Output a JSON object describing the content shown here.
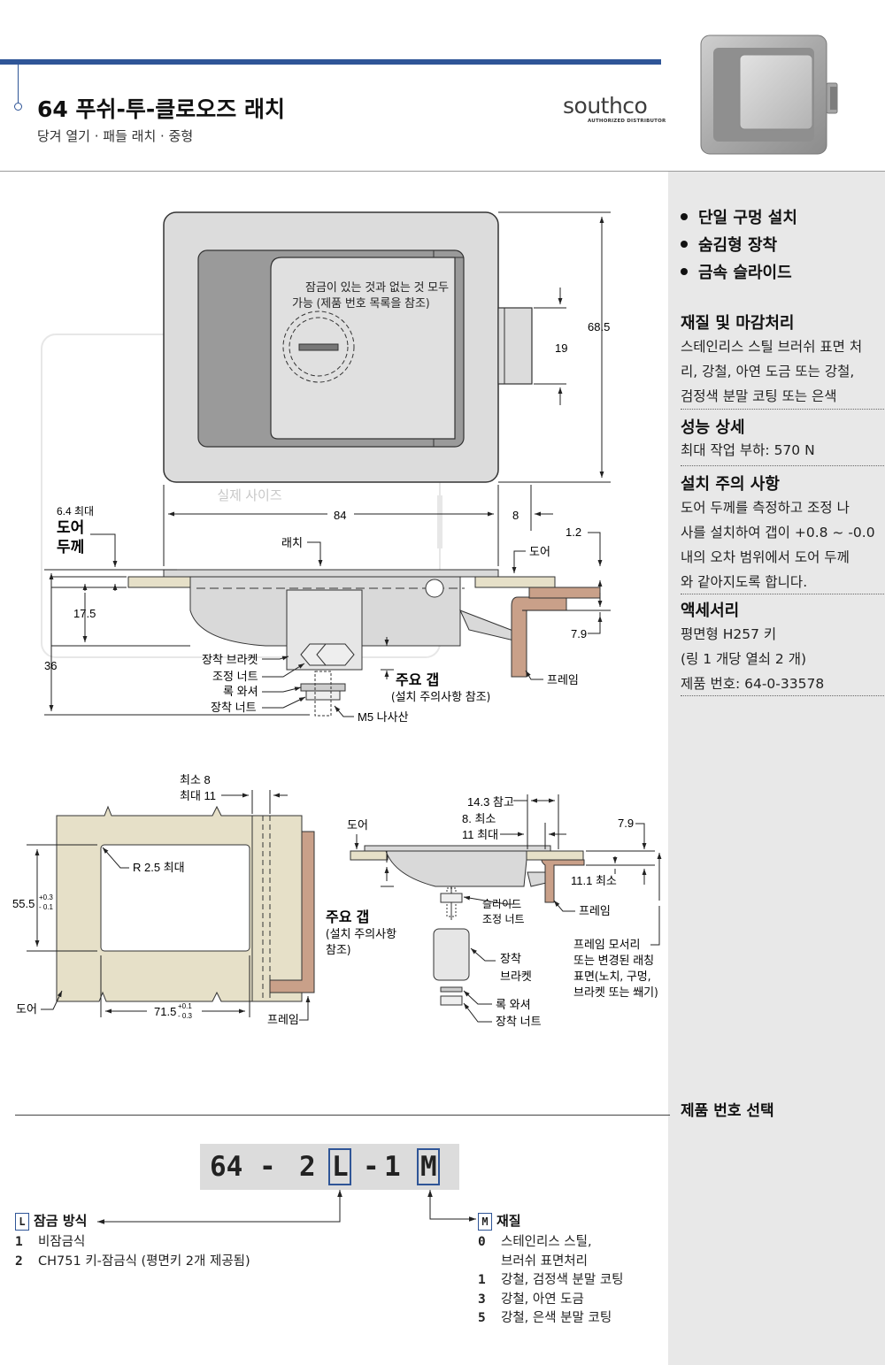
{
  "header": {
    "title": "64 푸쉬-투-클로오즈 래치",
    "subtitle": "당겨 열기 · 패들 래치 · 중형",
    "brand": "southco",
    "brand_sub": "AUTHORIZED DISTRIBUTOR"
  },
  "features": [
    "단일 구멍 설치",
    "숨김형 장착",
    "금속 슬라이드"
  ],
  "specs": {
    "material_title": "재질 및 마감처리",
    "material_lines": [
      "스테인리스 스틸 브러쉬 표면 처",
      "리, 강철, 아연 도금 또는 강철,",
      "검정색 분말 코팅 또는 은색"
    ],
    "performance_title": "성능 상세",
    "performance_lines": [
      "최대 작업 부하: 570 N"
    ],
    "install_title": "설치 주의 사항",
    "install_lines": [
      "도어 두께를 측정하고 조정 나",
      "사를 설치하여 갭이 +0.8 ~ -0.0",
      "내의 오차 범위에서 도어 두께",
      "와 같아지도록 합니다."
    ],
    "accessory_title": "액세서리",
    "accessory_lines": [
      "평면형  H257 키",
      "(링 1 개당 열쇠 2 개)",
      "제품 번호: 64-0-33578"
    ]
  },
  "part_number_title": "제품 번호 선택",
  "drawing1": {
    "lock_note_1": "잠금이 있는 것과 없는 것 모두",
    "lock_note_2": "가능 (제품 번호 목록을 참조)",
    "watermark": "실제 사이즈",
    "dim_68_5": "68.5",
    "dim_19": "19",
    "dim_84": "84",
    "dim_8": "8",
    "dim_1_2": "1.2",
    "dim_6_4": "6.4 최대",
    "door_thick_1": "도어",
    "door_thick_2": "두께",
    "latch": "래치",
    "door": "도어",
    "dim_17_5": "17.5",
    "dim_36": "36",
    "dim_7_9": "7.9",
    "bracket": "장착 브라켓",
    "adj_nut": "조정 너트",
    "lock_washer": "록 와셔",
    "mount_nut": "장착 너트",
    "m5_screw": "M5 나사산",
    "key_gap": "주요 갭",
    "key_gap_note": "(설치 주의사항 참조)",
    "frame": "프레임"
  },
  "drawing2": {
    "min_8": "최소 8",
    "max_11": "최대 11",
    "r_2_5": "R 2.5 최대",
    "dim_55_5": "55.5",
    "tol_55_up": "+0.3",
    "tol_55_dn": "- 0.1",
    "dim_71_5": "71.5",
    "tol_71_up": "+0.1",
    "tol_71_dn": "- 0.3",
    "door": "도어",
    "frame": "프레임"
  },
  "drawing3": {
    "ref_14_3": "14.3 참고",
    "min_8": "8. 최소",
    "max_11": "11 최대",
    "door": "도어",
    "dim_7_9": "7.9",
    "min_11_1": "11.1 최소",
    "slide_nut_1": "슬라이드",
    "slide_nut_2": "조정 너트",
    "frame": "프레임",
    "key_gap": "주요 갭",
    "key_gap_note_1": "(설치 주의사항",
    "key_gap_note_2": "참조)",
    "bracket_1": "장착",
    "bracket_2": "브라켓",
    "lock_washer": "록 와셔",
    "mount_nut": "장착 너트",
    "frame_note": [
      "프레임 모서리",
      "또는 변경된 래칭",
      "표면(노치, 구멍,",
      "브라켓 또는 쐐기)"
    ]
  },
  "part_number": {
    "chars": [
      "64",
      "-",
      "2",
      "L",
      "-",
      "1",
      "M"
    ],
    "lock_title": "잠금 방식",
    "lock_tag": "L",
    "lock_options": [
      {
        "code": "1",
        "label": "비잠금식"
      },
      {
        "code": "2",
        "label": "CH751 키-잠금식 (평면키 2개 제공됨)"
      }
    ],
    "material_title": "재질",
    "material_tag": "M",
    "material_options": [
      {
        "code": "0",
        "label": "스테인리스 스틸,"
      },
      {
        "code": "",
        "label": "브러쉬 표면처리"
      },
      {
        "code": "1",
        "label": "강철, 검정색 분말 코팅"
      },
      {
        "code": "3",
        "label": "강철, 아연 도금"
      },
      {
        "code": "5",
        "label": "강철, 은색 분말 코팅"
      }
    ]
  },
  "colors": {
    "accent": "#2f5597",
    "sidebar": "#e8e8e8",
    "door_fill": "#e6e0c8",
    "frame_fill": "#c9a089",
    "metal": "#d9d9d9"
  }
}
